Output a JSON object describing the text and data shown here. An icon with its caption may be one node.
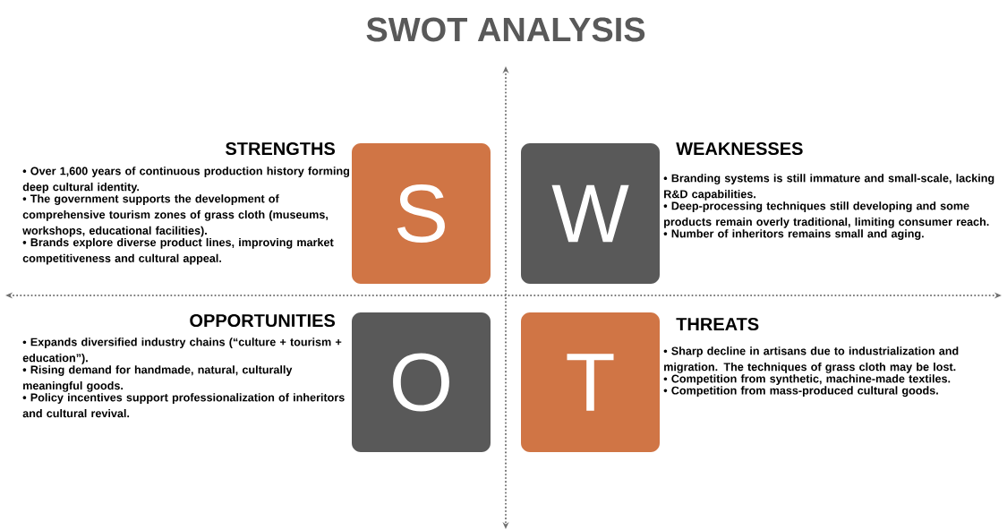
{
  "diagram": {
    "title": "SWOT ANALYSIS",
    "nodes": [
      {
        "text": [
          "S"
        ],
        "beside": [
          "STRENGTHS",
          "• Over 1,600 years of continuous production history forming deep cultural identity.",
          "• The government supports the development of comprehensive tourism zones of grass cloth (museums, workshops, educational facilities).",
          "• Brands explore diverse product lines, improving market competitiveness and cultural appeal."
        ]
      },
      {
        "text": [
          "W"
        ],
        "beside": [
          "WEAKNESSES",
          "• Branding systems is still immature and small-scale, lacking R&D capabilities.",
          "• Deep-processing techniques still developing and some products remain overly traditional, limiting consumer reach.",
          "• Number of inheritors remains small and aging."
        ]
      },
      {
        "text": [
          "O"
        ],
        "beside": [
          "OPPORTUNITIES",
          "• Expands diversified industry chains (“culture + tourism + education”).",
          "• Rising demand for handmade, natural, culturally meaningful goods.",
          "• Policy incentives support professionalization of inheritors and cultural revival."
        ]
      },
      {
        "text": [
          "T"
        ],
        "beside": [
          "THREATS",
          "• Sharp decline in artisans due to industrialization and migration. The techniques of grass cloth may be lost.",
          "• Competition from synthetic, machine-made textiles.",
          "• Competition from mass-produced cultural goods."
        ]
      }
    ]
  }
}
